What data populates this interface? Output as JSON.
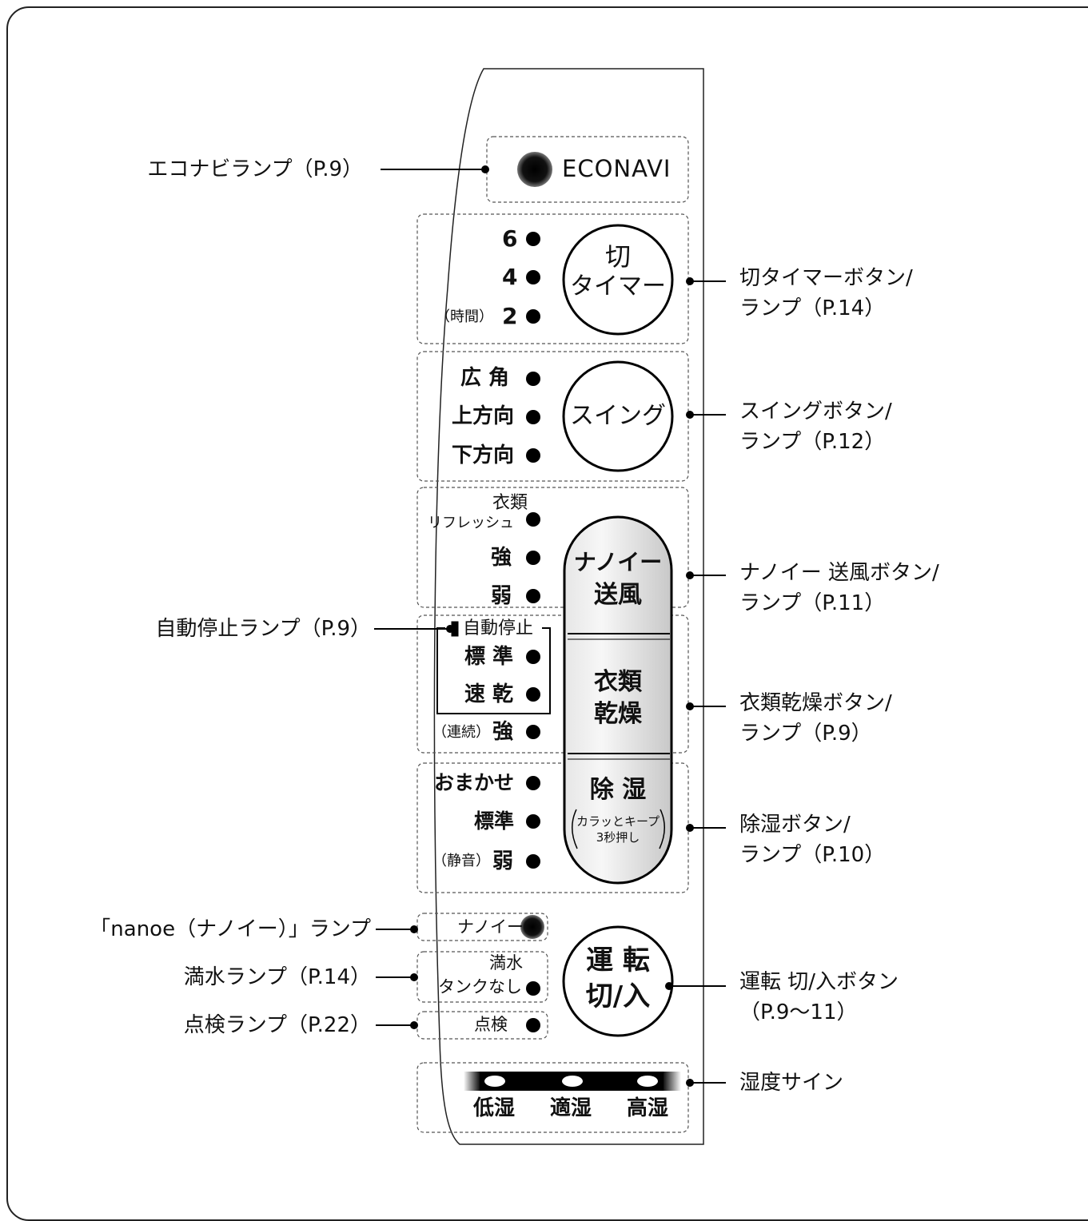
{
  "callouts_left": {
    "econavi_lamp": "エコナビランプ（P.9）",
    "auto_stop_lamp": "自動停止ランプ（P.9）",
    "nanoe_lamp": "「nanoe（ナノイー）」ランプ",
    "full_water_lamp": "満水ランプ（P.14）",
    "check_lamp": "点検ランプ（P.22）"
  },
  "callouts_right": {
    "off_timer": [
      "切タイマーボタン/",
      "ランプ（P.14）"
    ],
    "swing": [
      "スイングボタン/",
      "ランプ（P.12）"
    ],
    "nanoe_fan": [
      "ナノイー 送風ボタン/",
      "ランプ（P.11）"
    ],
    "clothes_dry": [
      "衣類乾燥ボタン/",
      "ランプ（P.9）"
    ],
    "dehumidify": [
      "除湿ボタン/",
      "ランプ（P.10）"
    ],
    "power": [
      "運転 切/入ボタン",
      "（P.9〜11）"
    ],
    "humidity_sign": "湿度サイン"
  },
  "panel": {
    "econavi_text": "ECONAVI",
    "timer_levels": [
      "6",
      "4",
      "2"
    ],
    "timer_unit": "（時間）",
    "timer_button": [
      "切",
      "タイマー"
    ],
    "swing_levels": [
      "広 角",
      "上方向",
      "下方向"
    ],
    "swing_button": "スイング",
    "nanoe_fan_levels": [
      "衣類",
      "リフレッシュ",
      "強",
      "弱"
    ],
    "nanoe_fan_button": [
      "ナノイー",
      "送風"
    ],
    "auto_stop_title": "自動停止",
    "dry_levels": [
      "標 準",
      "速 乾",
      "強"
    ],
    "dry_continuous": "（連続）",
    "dry_button": [
      "衣類",
      "乾燥"
    ],
    "dehum_levels": [
      "おまかせ",
      "標準",
      "弱"
    ],
    "dehum_quiet": "（静音）",
    "dehum_button_main": "除 湿",
    "dehum_button_sub": [
      "カラッとキープ",
      "3秒押し"
    ],
    "nanoe_lamp_text": "ナノイー",
    "full_water_text": [
      "満水",
      "タンクなし"
    ],
    "check_text": "点検",
    "power_button": [
      "運 転",
      "切/入"
    ],
    "humidity_labels": [
      "低湿",
      "適湿",
      "高湿"
    ]
  }
}
